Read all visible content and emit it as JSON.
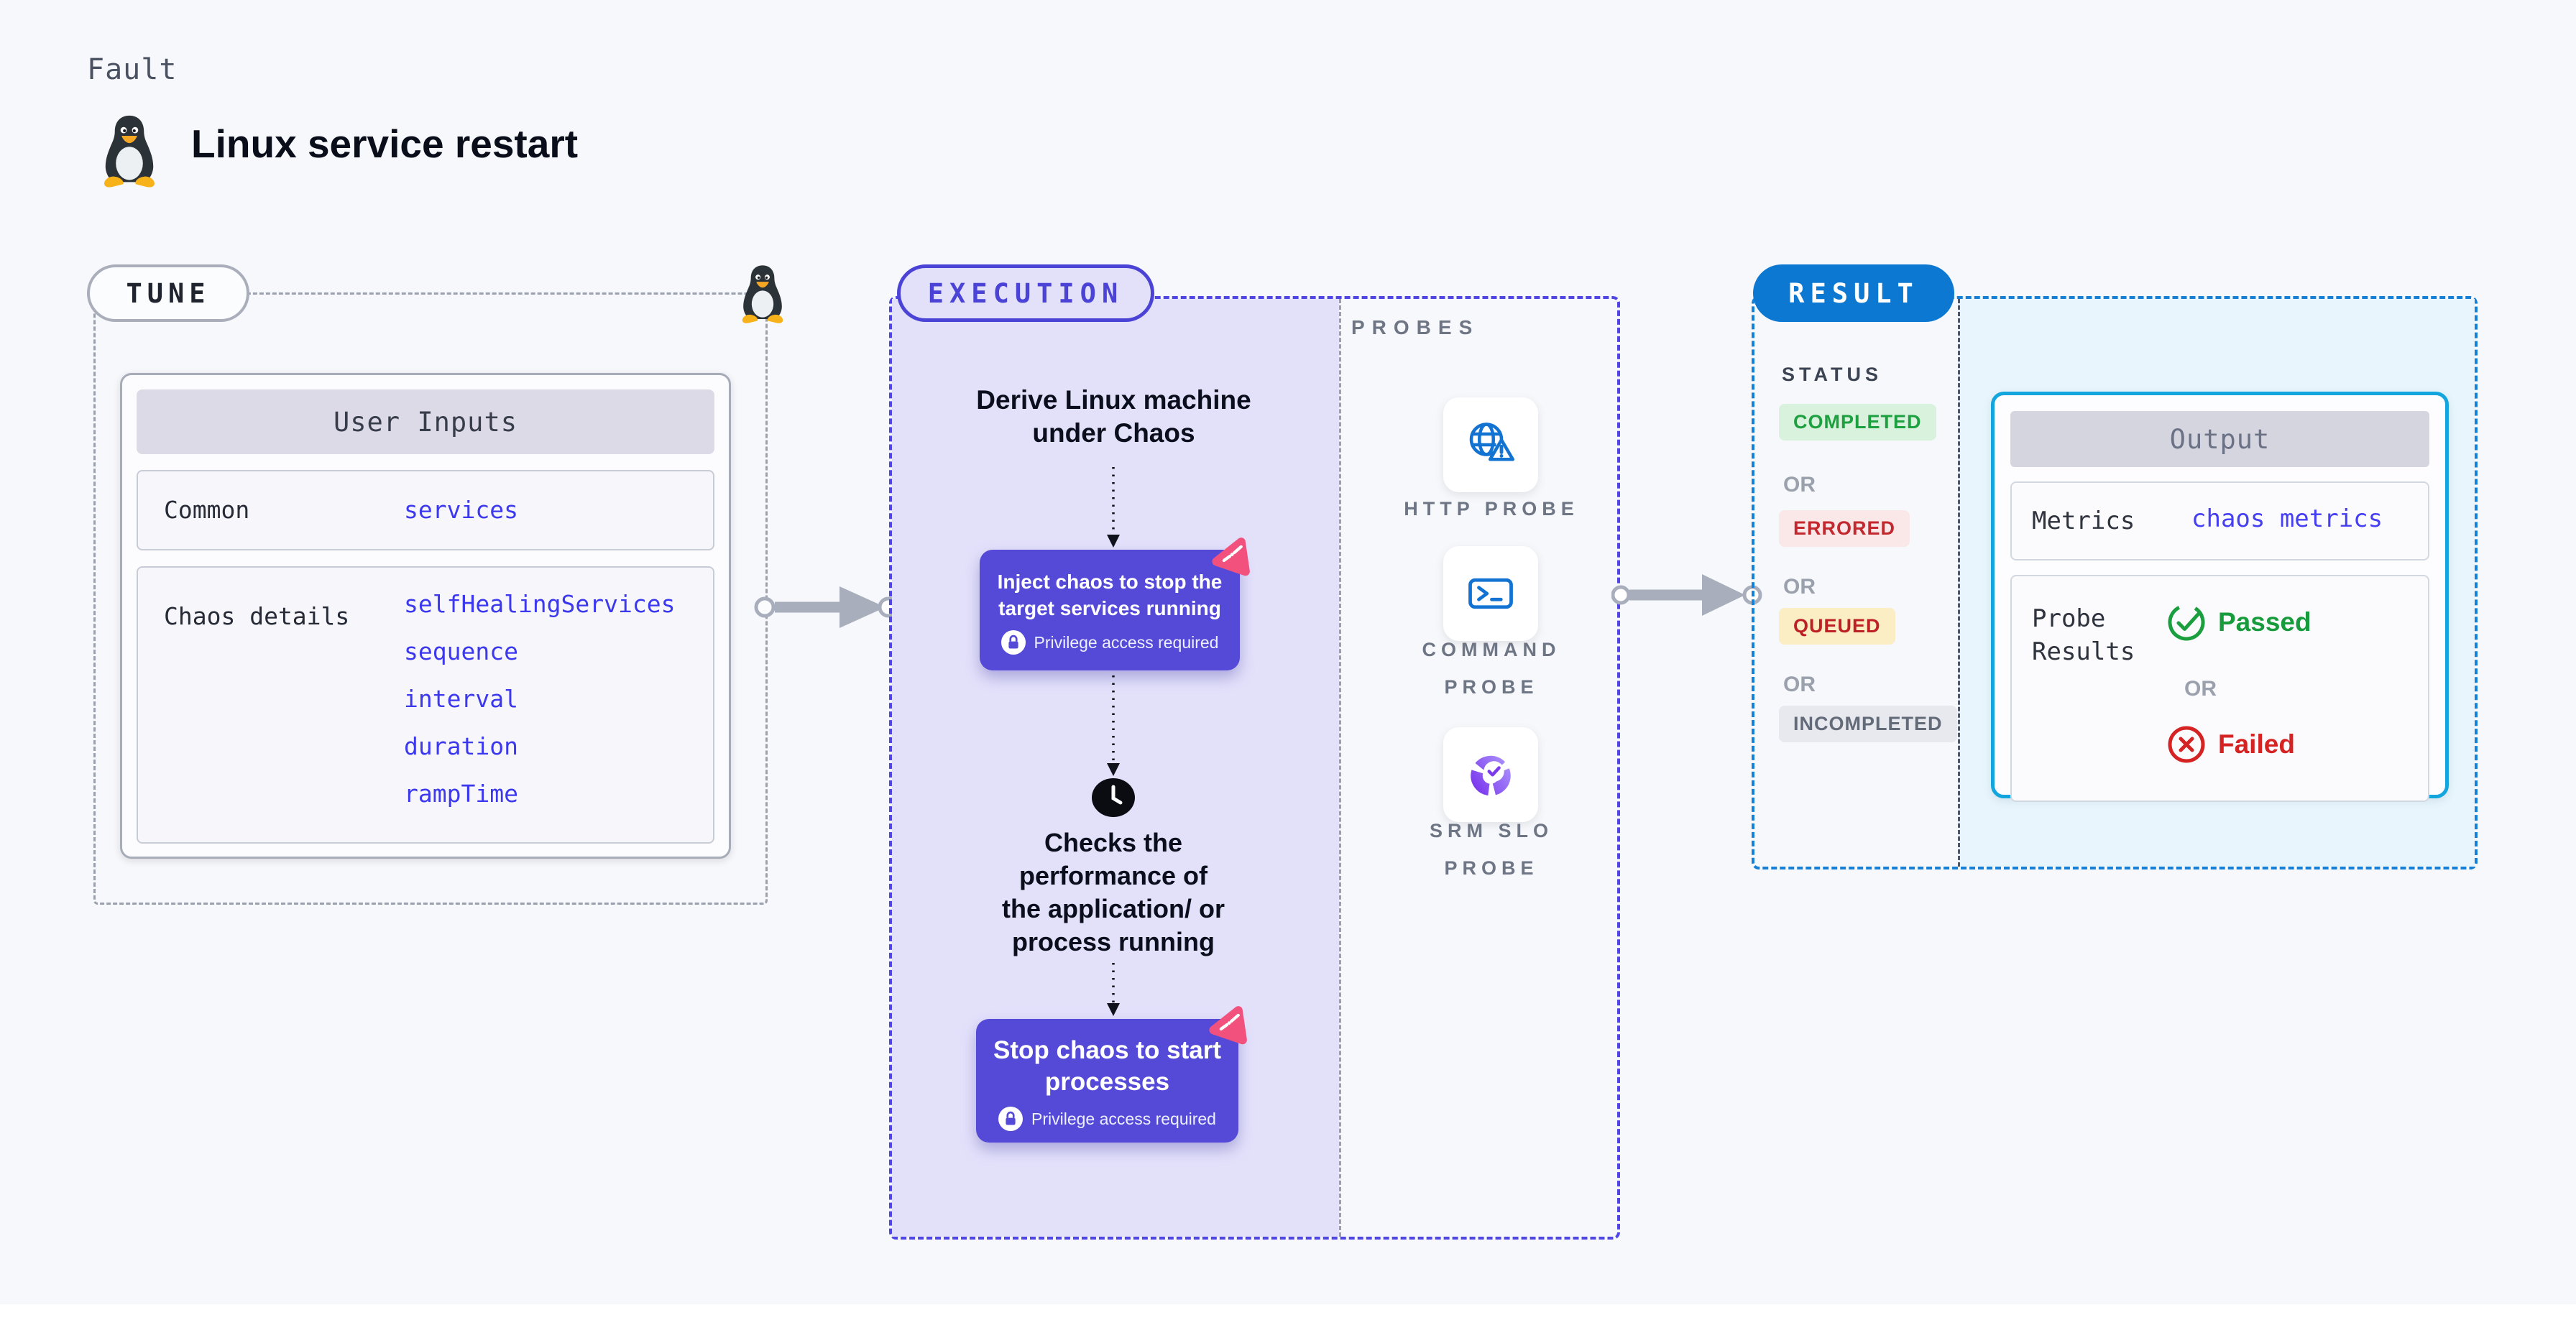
{
  "page": {
    "kicker": "Fault",
    "title": "Linux service restart"
  },
  "tune": {
    "pill": "TUNE",
    "user_inputs": {
      "title": "User Inputs",
      "common_label": "Common",
      "common_value": "services",
      "chaos_label": "Chaos details",
      "chaos_values": [
        "selfHealingServices",
        "sequence",
        "interval",
        "duration",
        "rampTime"
      ]
    }
  },
  "execution": {
    "pill": "EXECUTION",
    "derive_lines": [
      "Derive Linux machine",
      "under Chaos"
    ],
    "inject_lines": [
      "Inject chaos to stop the",
      "target services running"
    ],
    "checks_lines": [
      "Checks the",
      "performance of",
      "the application/ or",
      "process running"
    ],
    "stop_lines": [
      "Stop chaos to start",
      "processes"
    ],
    "privilege_badge": "Privilege access required"
  },
  "probes": {
    "label": "PROBES",
    "items": [
      {
        "icon": "http-globe-alert-icon",
        "lines": [
          "HTTP PROBE"
        ]
      },
      {
        "icon": "command-terminal-icon",
        "lines": [
          "COMMAND",
          "PROBE"
        ]
      },
      {
        "icon": "srm-slo-donut-icon",
        "lines": [
          "SRM SLO",
          "PROBE"
        ]
      }
    ]
  },
  "result": {
    "pill": "RESULT",
    "status": {
      "heading": "STATUS",
      "or": "OR",
      "completed": "COMPLETED",
      "errored": "ERRORED",
      "queued": "QUEUED",
      "incompleted": "INCOMPLETED"
    },
    "output": {
      "title": "Output",
      "metrics_label": "Metrics",
      "metrics_value": "chaos metrics",
      "probe_results_lines": [
        "Probe",
        "Results"
      ],
      "or": "OR",
      "passed": "Passed",
      "failed": "Failed"
    }
  },
  "colors": {
    "page_bg": "#f7f8fb",
    "indigo": "#4a43d6",
    "indigo_dash": "#4f46e5",
    "lavender_bg": "#e3e1fa",
    "button_purple": "#554ad8",
    "value_blue": "#3c38ee",
    "probe_icon_blue": "#1273d2",
    "slo_purple": "#7c3aed",
    "result_pill_blue": "#0c78d1",
    "result_dash_blue": "#1580d6",
    "cyan_bg": "#e8f5fd",
    "output_border_cyan": "#14a5de",
    "passed_green": "#189b3d",
    "failed_red": "#d52222",
    "completed_green": "#1da03f",
    "errored_red": "#c2282d",
    "queued_amber_bg": "#fbeec5",
    "pink_logo": "#f2517d",
    "gray_dash": "#9aa0ad",
    "arrow_gray": "#a9aebc"
  }
}
